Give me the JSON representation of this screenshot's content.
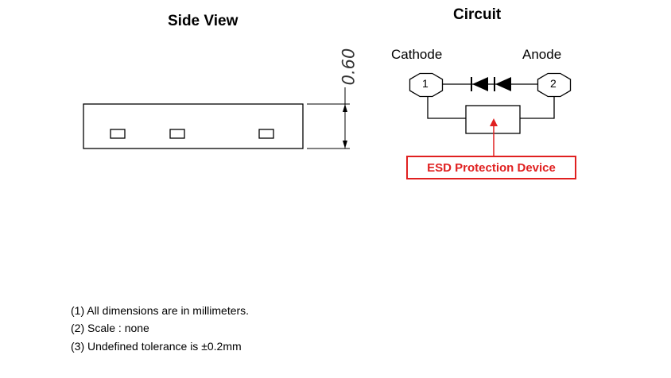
{
  "side_view": {
    "title": "Side View",
    "dimension_label": "0.60"
  },
  "circuit": {
    "title": "Circuit",
    "cathode_label": "Cathode",
    "anode_label": "Anode",
    "pin1_label": "1",
    "pin2_label": "2",
    "device_label": "ESD Protection Device",
    "accent_color": "#e02020"
  },
  "notes": [
    "(1) All dimensions are in millimeters.",
    "(2) Scale :  none",
    "(3) Undefined tolerance is ±0.2mm"
  ]
}
